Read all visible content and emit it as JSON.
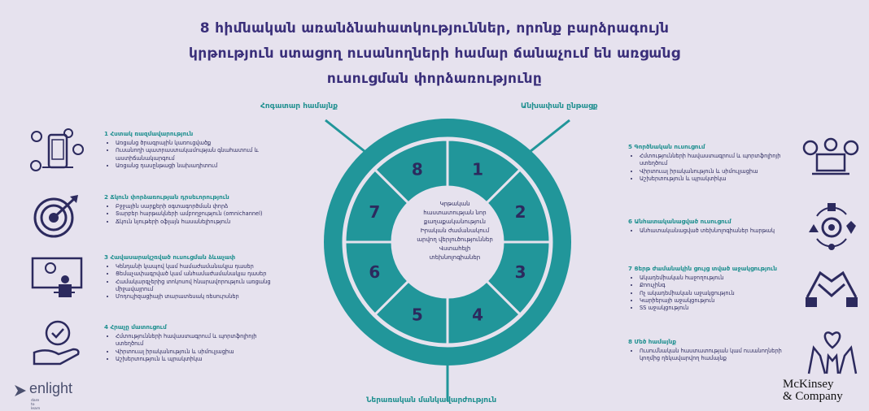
{
  "title": {
    "line1": "8 հիմնական առանձնահատկություններ, որոնք բարձրագույն",
    "line2": "կրթություն ստացող ուսանողների համար ճանաչում են առցանց",
    "line3": "ուսուցման փորձառությունը"
  },
  "wheel": {
    "label_top_left": "Հոգատար համայնք",
    "label_top_right": "Անխափան ընթացք",
    "label_bottom": "Ներառական մանկավարժություն",
    "segments": [
      "1",
      "2",
      "3",
      "4",
      "5",
      "6",
      "7",
      "8"
    ],
    "center_lines": [
      "Կրթական",
      "հաստատության նոր",
      "քաղաքականություն",
      "Իրական ժամանակում",
      "արվող վերլուծություններ",
      "Վստահելի",
      "տեխնոլոգիաներ"
    ]
  },
  "left_blocks": [
    {
      "title": "1 Հստակ ռազմավարություն",
      "items": [
        "Առցանց ծրագրային կառուցվածք",
        "Ուսանողի պատրաստակամության գնահատում և աստիճանակարգում",
        "Առցանց դասընթացի նախադիտում"
      ]
    },
    {
      "title": "2 Ճկուն փորձառության դրսեւորություն",
      "items": [
        "Բջջային սարքերի օգտագործման փորձ",
        "Տարբեր հարթակների ամբողջություն (omnichannel)",
        "Ճկուն նյութերի օֆլայն հասանելիություն"
      ]
    },
    {
      "title": "3 Հավասարակշռված ուսուցման ձևաչափ",
      "items": [
        "Կենդանի կապով կամ համաժամանակյա դասեր",
        "Ցեմաչափագրված կամ անհամաժամանակյա դասեր",
        "Համակարգչերից տոկոսով հնարավորություն առցանց միջավայրում",
        "Մոդուլիզացիայի տարատեսակ ռեսուրսներ"
      ]
    },
    {
      "title": "4 Հրաչը մատուցում",
      "items": [
        "Հմտությունների հավաստագրում և պորտֆոլիոյի ստեղծում",
        "Վիրտուալ իրականություն և սիմուլյացիա",
        "Աշխերտություն և պրակտիկա"
      ]
    }
  ],
  "right_blocks": [
    {
      "title": "5 Գործնական ուսուցում",
      "items": [
        "Հմտությունների հավաստագրում և պորտֆոլիոյի ստեղծում",
        "Վիրտուալ իրականություն և սիմուլյացիա",
        "Աշխերտություն և պրակտիկա"
      ]
    },
    {
      "title": "6 Անհատականացված ուսուցում",
      "items": [
        "Անհատականացված տեխնոլոգիաներ հարթակ"
      ]
    },
    {
      "title": "7 Ցերթ ժամանակին ցույց տված աջակցություն",
      "items": [
        "Ակադեմիական հաջողություն",
        "Քոուչինգ",
        "Ոչ ակադեմիական աջակցություն",
        "Կարիերայի աջակցություն",
        "SS աջակցություն"
      ]
    },
    {
      "title": "8 Մեծ համայնք",
      "items": [
        "Ուսումնական հաստատության կամ ուսանողների կողմից ղեկավարվող համայնք"
      ]
    }
  ],
  "logos": {
    "enlight_name": "enlight",
    "enlight_tag": "dare to learn",
    "mckinsey_line1": "McKinsey",
    "mckinsey_line2": "& Company"
  },
  "colors": {
    "teal": "#21969a",
    "navy": "#2c2a5e",
    "background": "#e6e2ee"
  }
}
